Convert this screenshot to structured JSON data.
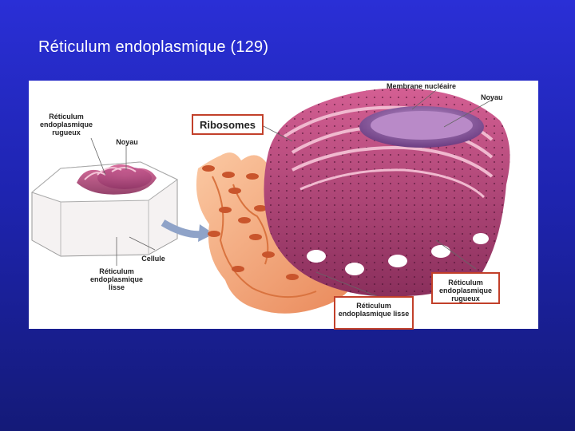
{
  "slide": {
    "title": "Réticulum endoplasmique (129)"
  },
  "diagram": {
    "labels": {
      "rer_top_left": "Réticulum endoplasmique rugueux",
      "noyau_small": "Noyau",
      "cellule": "Cellule",
      "rel_left": "Réticulum endoplasmique lisse",
      "ribosomes": "Ribosomes",
      "membrane_nucleaire": "Membrane nucléaire",
      "noyau_large": "Noyau",
      "rer_right": "Réticulum endoplasmique rugueux",
      "rel_bottom": "Réticulum endoplasmique lisse"
    },
    "colors": {
      "rough_er": "#b8467a",
      "smooth_er": "#f3a77a",
      "nucleus": "#8e5aa0",
      "highlight_box": "#c2402a"
    }
  }
}
